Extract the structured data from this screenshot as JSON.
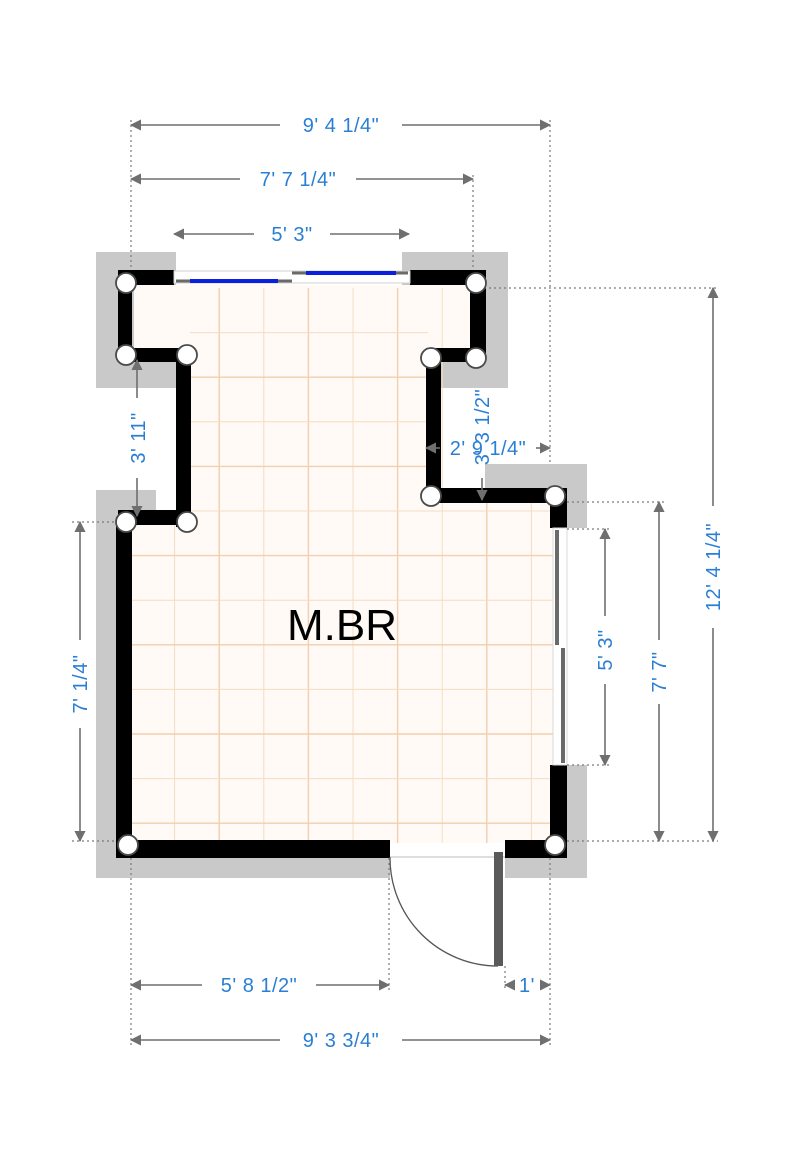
{
  "room": {
    "name": "M.BR"
  },
  "dimensions": {
    "top_overall": "9' 4 1/4\"",
    "top_inner": "7' 7 1/4\"",
    "top_window": "5' 3\"",
    "left_upper": "3' 11\"",
    "left_lower": "7' 1/4\"",
    "notch_width": "2' 9 1/4\"",
    "notch_height": "3' 3 1/2\"",
    "right_window": "5' 3\"",
    "right_wall": "7' 7\"",
    "right_overall": "12' 4 1/4\"",
    "bottom_left": "5' 8 1/2\"",
    "bottom_right": "1'",
    "bottom_overall": "9' 3 3/4\""
  },
  "colors": {
    "dimension_text": "#2a7fd4",
    "wall": "#000000",
    "wall_shadow": "#c9c9c9",
    "window_glass": "#0a1fe0",
    "floor_grid": "#f6dcc2"
  }
}
